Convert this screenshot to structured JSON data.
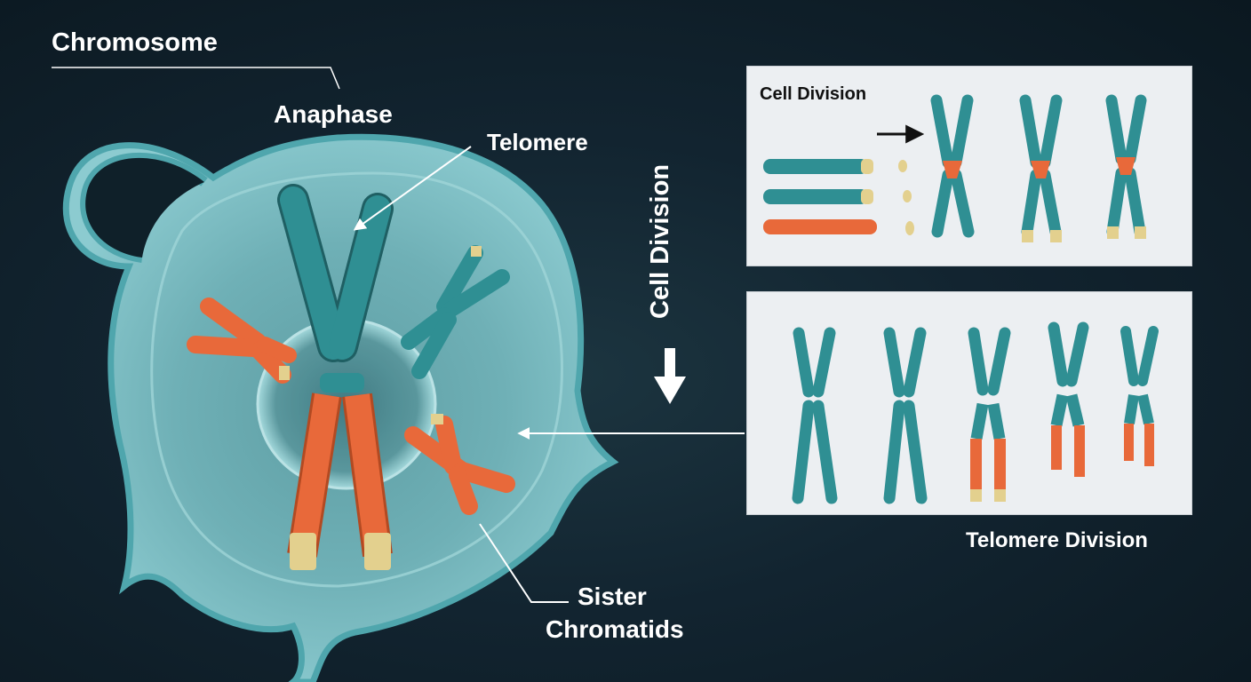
{
  "labels": {
    "chromosome": "Chromosome",
    "anaphase": "Anaphase",
    "telomere": "Telomere",
    "cell_division_vertical": "Cell Division",
    "sister_line1": "Sister",
    "sister_line2": "Chromatids",
    "panel_title": "Cell Division",
    "telomere_division": "Telomere Division"
  },
  "colors": {
    "chromatid_teal": "#2f8f93",
    "chromatid_orange": "#e8693a",
    "telomere_cap": "#e3d08e",
    "cell_fill": "#7fc1c6",
    "panel_bg": "#eceff2"
  }
}
